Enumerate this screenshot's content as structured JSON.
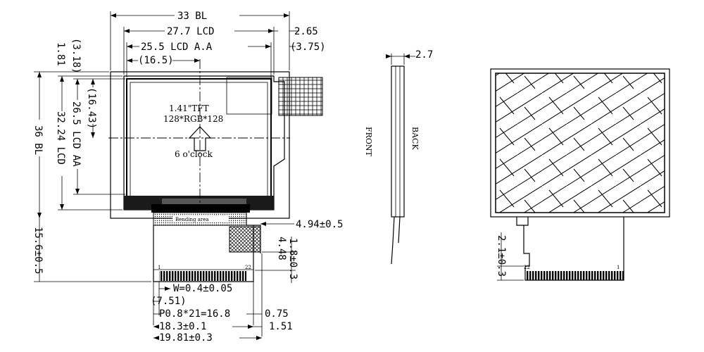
{
  "front_view": {
    "dim_bl_width": "33 BL",
    "dim_lcd_width": "27.7 LCD",
    "dim_right_offset": "2.65",
    "dim_lcd_aa_width": "25.5 LCD A.A",
    "dim_right_aa_offset": "(3.75)",
    "dim_center_x": "(16.5)",
    "dim_top_aa_offset": "(3.18)",
    "dim_top_offset": "1.81",
    "dim_center_y": "(16.43)",
    "dim_lcd_aa_height": "26.5 LCD AA",
    "dim_lcd_height": "32.24 LCD",
    "dim_bl_height": "36 BL",
    "dim_fpc_length": "15.6±0.5",
    "dim_fpc_right_width": "4.94±0.5",
    "dim_stiffener": "1.8±0.3",
    "dim_contact_length": "4.48",
    "dim_pin_width": "W=0.4±0.05",
    "dim_pin_offset": "(7.51)",
    "dim_pitch": "P0.8*21=16.8",
    "dim_pitch_end": "0.75",
    "dim_fpc_width": "18.3±0.1",
    "dim_fpc_margin": "1.51",
    "dim_fpc_total_width": "19.81±0.3",
    "label_size": "1.41\"TFT",
    "label_resolution": "128*RGB*128",
    "label_orientation": "6 o'clock",
    "label_bending": "Bending area",
    "pin_first": "1",
    "pin_last": "22"
  },
  "side_view": {
    "dim_thickness": "2.7",
    "label_front": "FRONT",
    "label_back": "BACK"
  },
  "back_view": {
    "dim_bottom": "2.1±0.3",
    "pin_first": "1",
    "pin_last": "22"
  }
}
